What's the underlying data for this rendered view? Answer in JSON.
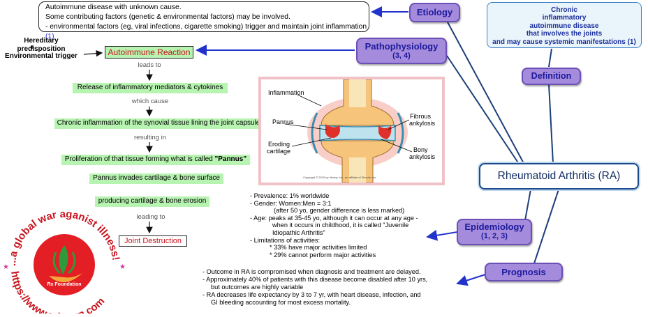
{
  "etiology": {
    "label": "Etiology",
    "line1": "Autoimmune disease with unknown cause.",
    "line2": "Some contributing factors (genetic & environmental factors) may be involved.",
    "line3": "- environmental factors (eg, viral infections, cigarette smoking) trigger and maintain joint inflammation",
    "line3_ref": "(1)"
  },
  "pathophysiology": {
    "label": "Pathophysiology",
    "refs": "(3, 4)"
  },
  "definition": {
    "label": "Definition",
    "lines": [
      "Chronic",
      "inflammatory",
      "autoimmune disease",
      "that involves the joints",
      "and may cause systemic manifestations (1)"
    ]
  },
  "central": {
    "label": "Rheumatoid Arthritis (RA)"
  },
  "epidemiology": {
    "label": "Epidemiology",
    "refs": "(1, 2, 3)",
    "lines": [
      "- Prevalence: 1% worldwide",
      "- Gender: Women:Men = 3:1",
      "(after 50 yo, gender difference is less marked)",
      "- Age: peaks at 35-45 yo, although it can occur at any age -",
      "when it occurs in childhood, it is called \"Juvenile",
      "Idiopathic Arthritis\"",
      "- Limitations of activities:",
      "* 33% have major activities limited",
      "* 29% cannot perform major activities"
    ]
  },
  "prognosis": {
    "label": "Prognosis",
    "lines": [
      "- Outcome in RA is compromised when diagnosis and treatment are delayed.",
      "- Approximately 40% of patients with this disease become disabled after 10 yrs,",
      "but outcomes are highly variable",
      "- RA decreases life expectancy by 3 to 7 yr, with heart disease, infection, and",
      "GI bleeding accounting for most excess mortality."
    ]
  },
  "flow": {
    "hereditary": "Hereditary predisposition",
    "plus": "+",
    "environmental": "Environmental trigger",
    "reaction": "Autoimmune Reaction",
    "c1": "leads to",
    "s1": "Release of inflammatory mediators & cytokines",
    "c2": "which cause",
    "s2": "Chronic inflammation of the synovial tissue lining the joint capsule",
    "c3": "resulting in",
    "s3_pre": "Proliferation of that tissue forming what is called ",
    "s3_bold": "\"Pannus\"",
    "s4": "Pannus invades cartilage & bone surface",
    "s5": "producing cartilage & bone erosion",
    "c4": "leading to",
    "final": "Joint Destruction"
  },
  "illustration": {
    "inflammation": "Inflammation",
    "pannus": "Pannus",
    "eroding1": "Eroding",
    "eroding2": "cartilage",
    "fibrous1": "Fibrous",
    "fibrous2": "ankylosis",
    "bony1": "Bony",
    "bony2": "ankylosis",
    "copyright": "Copyright © 2010 by Mosby, Inc., an affiliate of Elsevier Inc."
  },
  "logo": {
    "text_top": "...a global war aganist illness!",
    "text_bottom": "https://www.rxharun.com",
    "foundation": "Rx Foundation"
  },
  "colors": {
    "node_fill": "#a58bdc",
    "node_text": "#1c1a9c",
    "arrow": "#2233cc",
    "green_box": "#b7f3b1",
    "alert_red": "#c8141e"
  }
}
